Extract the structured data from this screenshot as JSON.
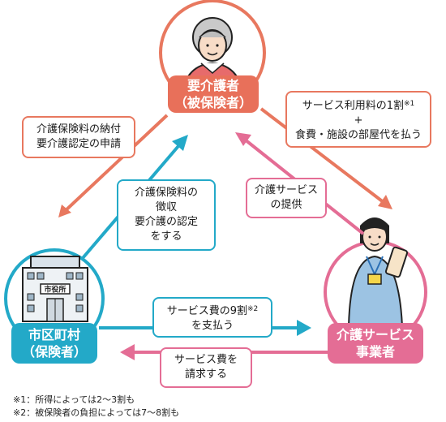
{
  "nodes": {
    "user": {
      "line1": "要介護者",
      "line2": "（被保険者）",
      "color": "#e8705a"
    },
    "city": {
      "line1": "市区町村",
      "line2": "（保険者）",
      "color": "#23a9c8"
    },
    "provider": {
      "line1": "介護サービス",
      "line2": "事業者",
      "color": "#e46d95"
    },
    "city_sign": "市役所"
  },
  "edges": {
    "user_to_city": {
      "line1": "介護保険料の納付",
      "line2": "要介護認定の申請"
    },
    "city_to_user": {
      "line1": "介護保険料の",
      "line2": "徴収",
      "line3": "要介護の認定",
      "line4": "をする"
    },
    "user_to_provider": {
      "line1": "サービス利用料の1割",
      "mark": "※1",
      "line2": "+",
      "line3": "食費・施設の部屋代を払う"
    },
    "provider_to_user": {
      "line1": "介護サービス",
      "line2": "の提供"
    },
    "city_to_provider": {
      "line1": "サービス費の9割",
      "mark": "※2",
      "line2": "を支払う"
    },
    "provider_to_city": {
      "line1": "サービス費を",
      "line2": "請求する"
    }
  },
  "footnotes": [
    "※1：所得によっては2～3割も",
    "※2：被保険者の負担によっては7～8割も"
  ],
  "colors": {
    "orange": "#e8785f",
    "cyan": "#23a9c8",
    "pink": "#e46d95"
  }
}
